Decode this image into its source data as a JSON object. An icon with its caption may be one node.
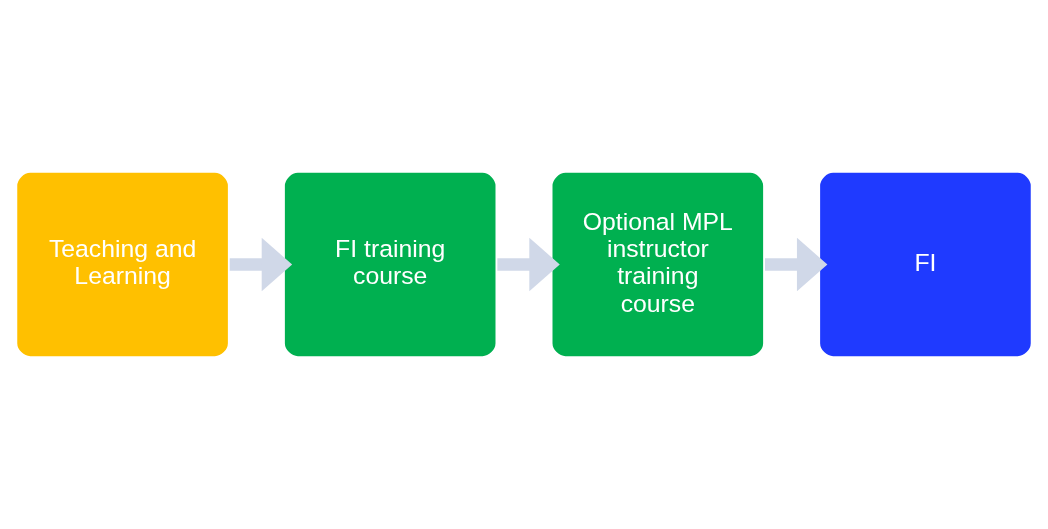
{
  "diagram": {
    "nodes": [
      {
        "text": [
          "Teaching and Learning"
        ]
      },
      {
        "text": [
          "FI training course"
        ]
      },
      {
        "text": [
          "Optional MPL instructor training course"
        ]
      },
      {
        "text": [
          "FI"
        ]
      }
    ],
    "edges": [
      {
        "from": 0,
        "to": 1,
        "arrow": "to",
        "color": "#d0d8e8"
      },
      {
        "from": 1,
        "to": 2,
        "arrow": "to",
        "color": "#d0d8e8"
      },
      {
        "from": 2,
        "to": 3,
        "arrow": "to",
        "color": "#d0d8e8"
      }
    ]
  }
}
